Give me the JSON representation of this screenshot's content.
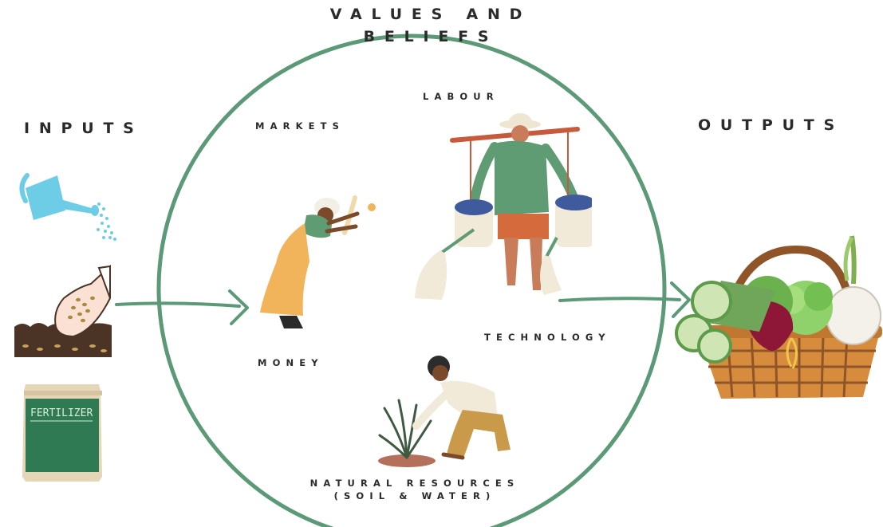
{
  "header": {
    "line1": "VALUES AND",
    "line2": "BELIEFS"
  },
  "inputs": {
    "title": "INPUTS",
    "fertilizer_bag_text": "FERTILIZER"
  },
  "outputs": {
    "title": "OUTPUTS"
  },
  "circle": {
    "labour": "LABOUR",
    "markets": "MARKETS",
    "technology": "TECHNOLOGY",
    "money": "MONEY",
    "natural_resources_line1": "NATURAL RESOURCES",
    "natural_resources_line2": "(SOIL & WATER)"
  },
  "colors": {
    "circle_stroke": "#5c9a77",
    "arrow": "#5c9a77",
    "shirt_green": "#5f9c73",
    "skirt_yellow": "#f2b45a",
    "water_can": "#6dcde6",
    "basket": "#c0772f",
    "beetroot": "#8e1738"
  },
  "icons": [
    "watering-can-icon",
    "seed-hand-icon",
    "fertilizer-bag-icon",
    "vegetable-basket-icon"
  ]
}
